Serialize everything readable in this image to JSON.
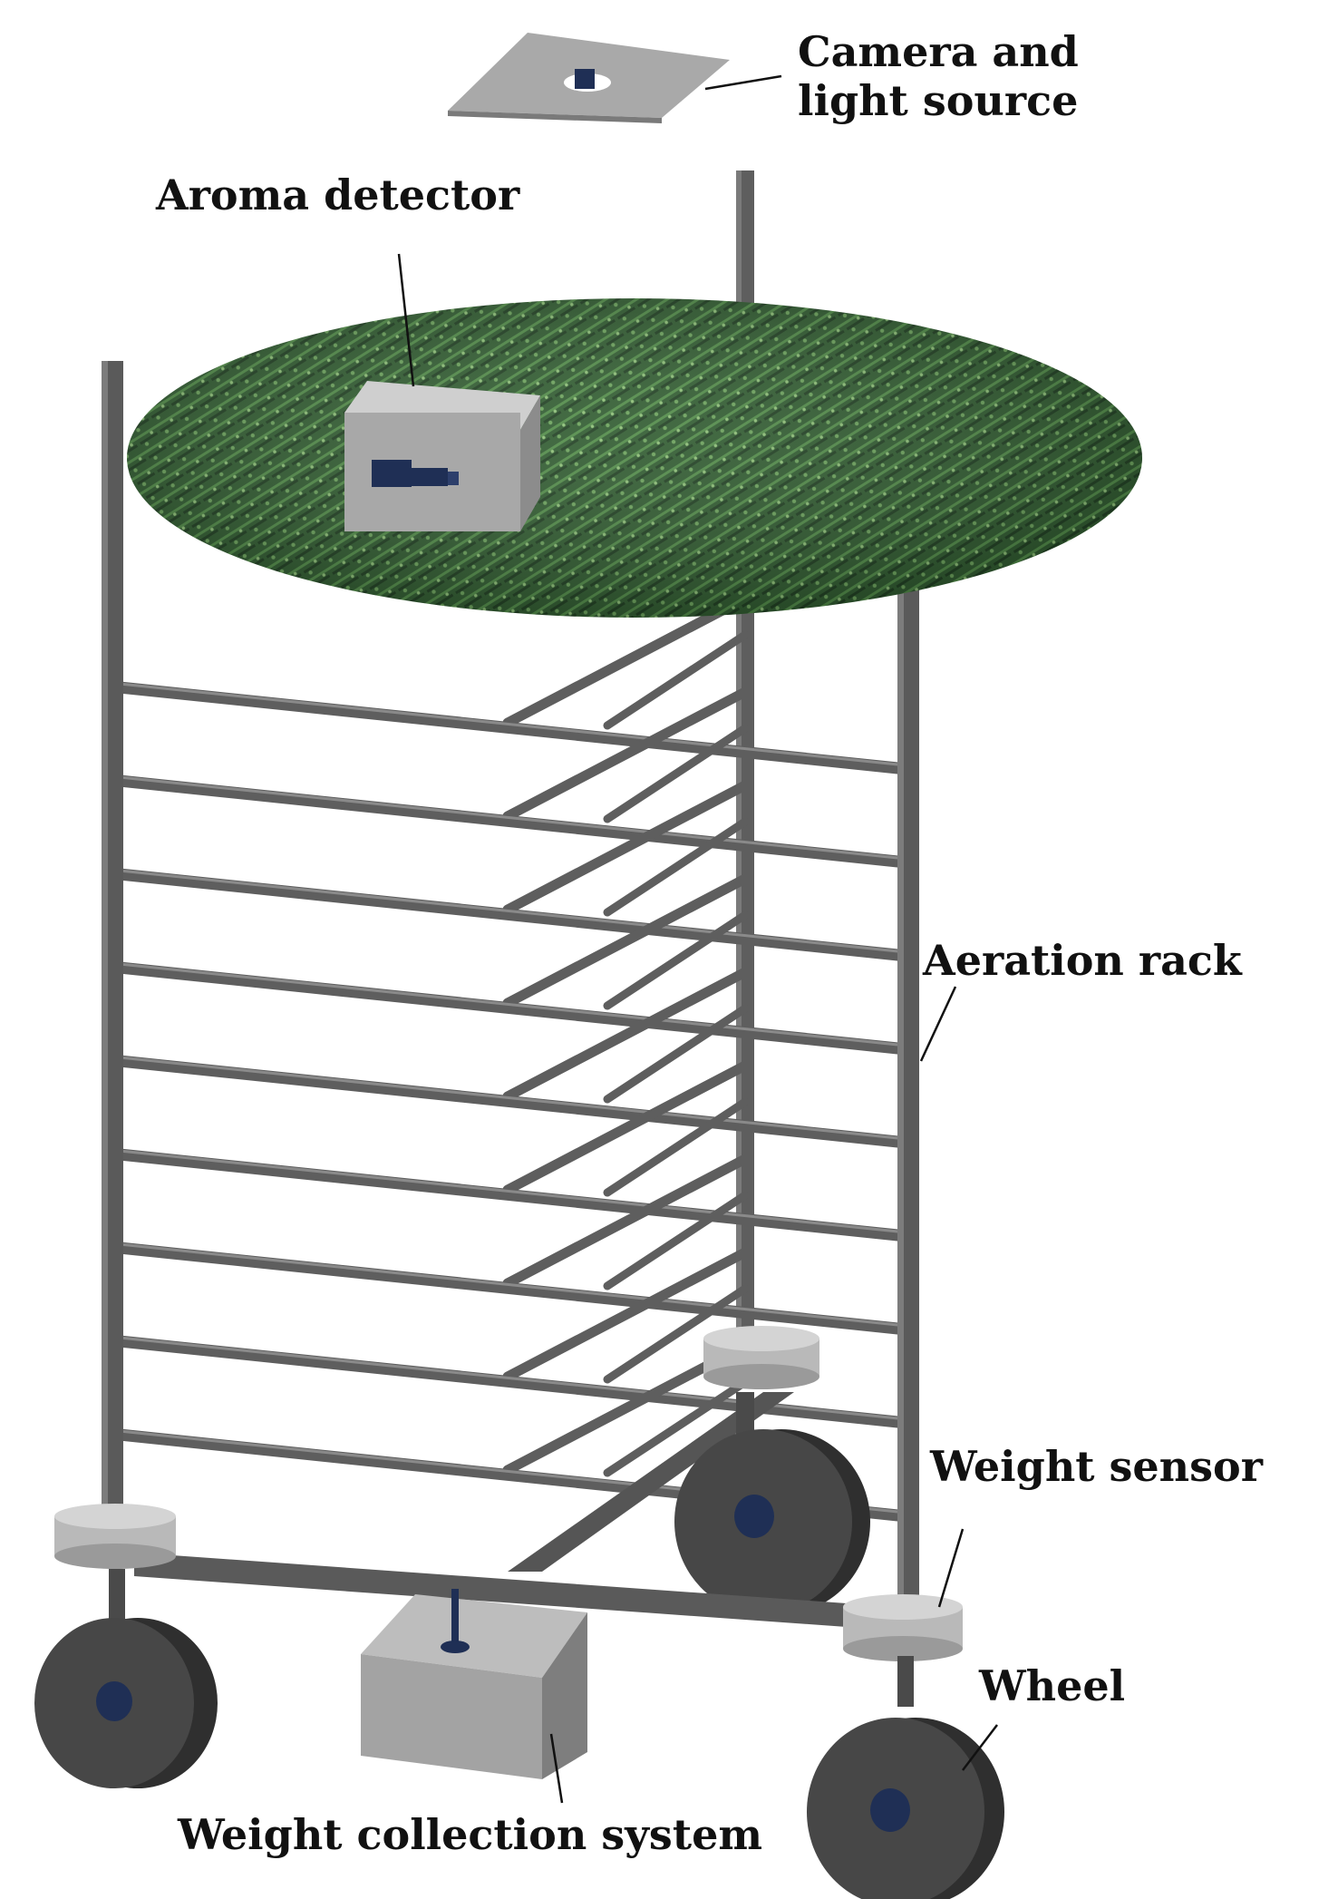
{
  "labels": {
    "camera_line1": "Camera and",
    "camera_line2": "light source",
    "aroma_detector": "Aroma detector",
    "aeration_rack": "Aeration rack",
    "weight_sensor": "Weight sensor",
    "wheel": "Wheel",
    "weight_collection": "Weight collection system"
  },
  "colors": {
    "rack": "#5e5e5e",
    "rack_light": "#8a8a8a",
    "tray": "#2e5a2e",
    "box": "#a8a8a8",
    "wheel": "#3e3e3e",
    "hub": "#1f2f55",
    "sensor": "#b9b9b9",
    "text": "#111111"
  },
  "rack": {
    "shelf_count": 9
  }
}
